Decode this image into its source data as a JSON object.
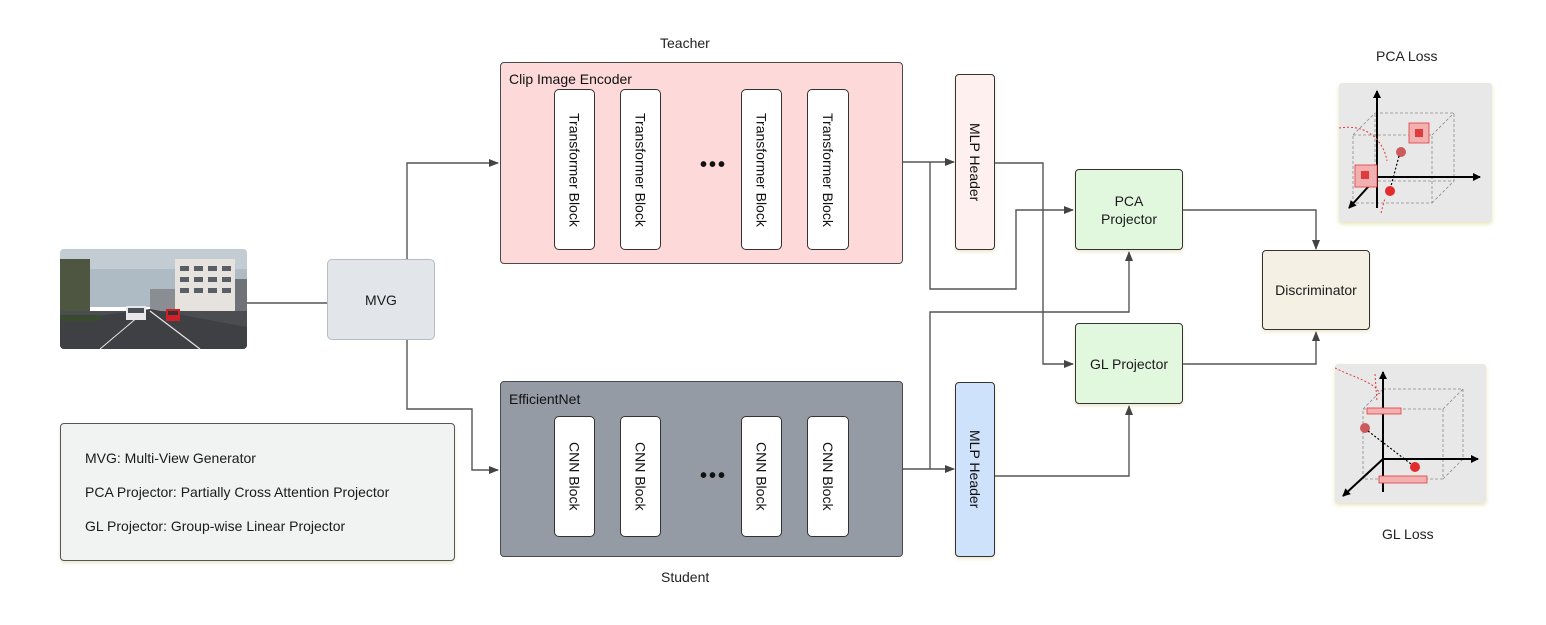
{
  "labels": {
    "teacher": "Teacher",
    "student": "Student",
    "pca_loss": "PCA Loss",
    "gl_loss": "GL Loss"
  },
  "teacher_encoder": {
    "title": "Clip Image Encoder",
    "blocks": [
      "Transformer Block",
      "Transformer Block",
      "Transformer Block",
      "Transformer Block"
    ],
    "ellipsis": "•••"
  },
  "student_encoder": {
    "title": "EfficientNet",
    "blocks": [
      "CNN Block",
      "CNN Block",
      "CNN Block",
      "CNN Block"
    ],
    "ellipsis": "•••"
  },
  "mvg": "MVG",
  "mlp_header_teacher": "MLP Header",
  "mlp_header_student": "MLP Header",
  "pca_projector": [
    "PCA",
    "Projector"
  ],
  "gl_projector": "GL Projector",
  "discriminator": "Discriminator",
  "legend": [
    "MVG: Multi-View Generator",
    "PCA Projector: Partially Cross Attention Projector",
    "GL Projector: Group-wise Linear Projector"
  ],
  "colors": {
    "teacher_bg": "#fdd9d9",
    "student_bg": "#959ba5",
    "projector_bg": "#e1f8df",
    "mlp_teacher_bg": "#fdf0ef",
    "mlp_student_bg": "#cfe2fb",
    "discriminator_bg": "#f4f1e4",
    "accent_red": "#e23b3b"
  }
}
